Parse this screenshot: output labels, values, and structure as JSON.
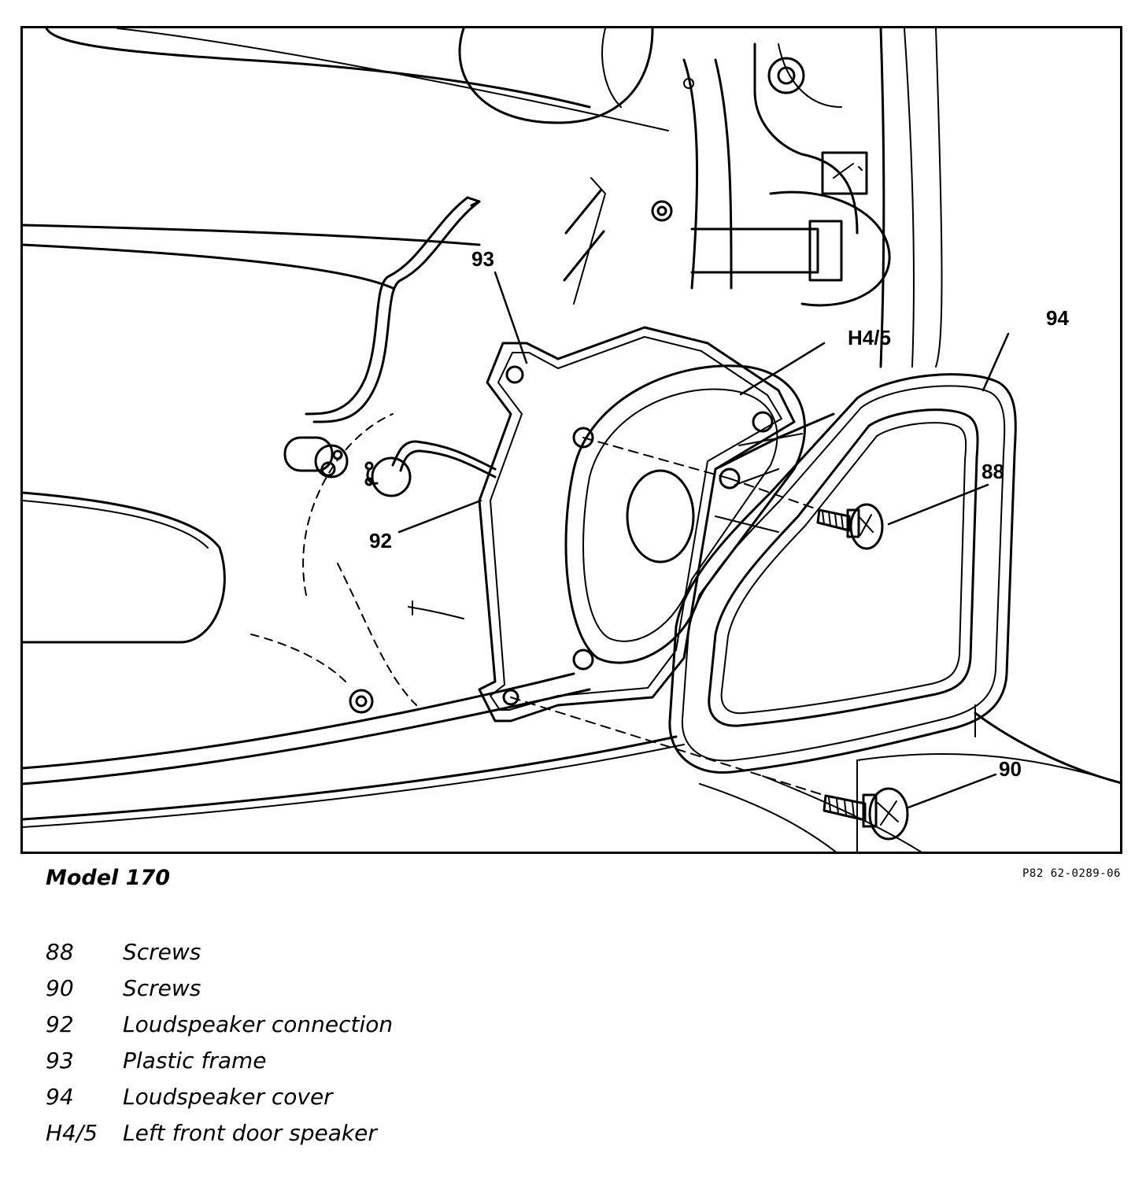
{
  "figure": {
    "callouts": {
      "c93": "93",
      "c94": "94",
      "ch45": "H4/5",
      "c88": "88",
      "c92": "92",
      "c90": "90"
    },
    "caption": "Model 170",
    "code": "P82 62-0289-06"
  },
  "legend": [
    {
      "number": "88",
      "text": "Screws"
    },
    {
      "number": "90",
      "text": "Screws"
    },
    {
      "number": "92",
      "text": "Loudspeaker connection"
    },
    {
      "number": "93",
      "text": "Plastic frame"
    },
    {
      "number": "94",
      "text": "Loudspeaker cover"
    },
    {
      "number": "H4/5",
      "text": "Left front door speaker"
    }
  ]
}
